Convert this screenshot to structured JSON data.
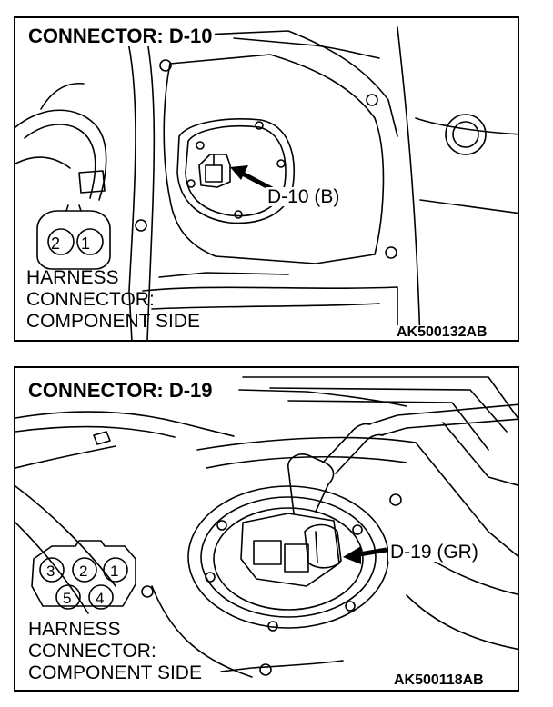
{
  "panels": [
    {
      "title": "CONNECTOR: D-10",
      "callout": "D-10 (B)",
      "harness_lines": [
        "HARNESS",
        "CONNECTOR:",
        "COMPONENT SIDE"
      ],
      "pins": [
        "2",
        "1"
      ],
      "figure_id": "AK500132AB"
    },
    {
      "title": "CONNECTOR: D-19",
      "callout": "D-19 (GR)",
      "harness_lines": [
        "HARNESS",
        "CONNECTOR:",
        "COMPONENT SIDE"
      ],
      "pins": [
        "3",
        "2",
        "1",
        "5",
        "4"
      ],
      "figure_id": "AK500118AB"
    }
  ]
}
